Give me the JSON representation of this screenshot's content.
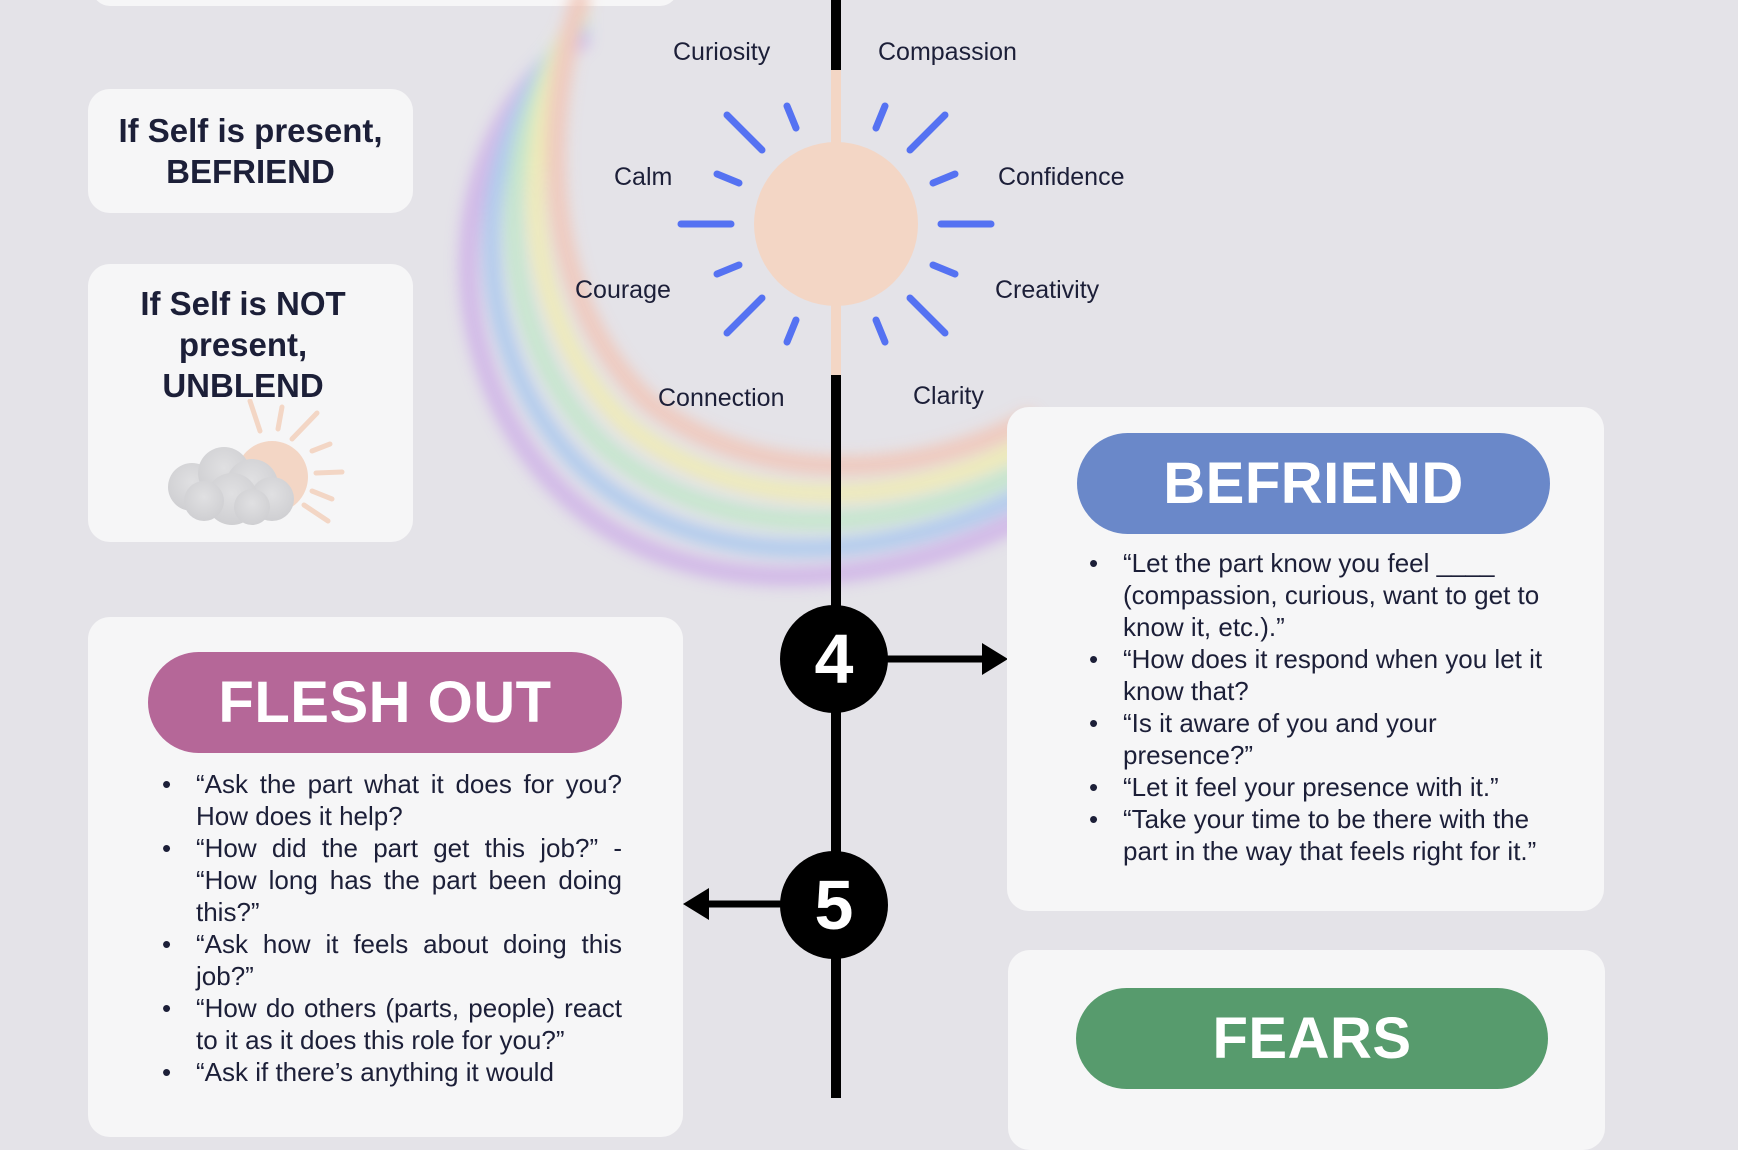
{
  "self_check": {
    "present": "If Self is present, BEFRIEND",
    "present_lines": [
      "If Self is present,",
      "BEFRIEND"
    ],
    "not_present_lines": [
      "If Self is NOT",
      "present,",
      "UNBLEND"
    ]
  },
  "self_qualities": {
    "curiosity": "Curiosity",
    "compassion": "Compassion",
    "calm": "Calm",
    "confidence": "Confidence",
    "courage": "Courage",
    "creativity": "Creativity",
    "connection": "Connection",
    "clarity": "Clarity"
  },
  "steps": [
    {
      "number": "4",
      "title": "BEFRIEND",
      "color": "#6a88c9",
      "bullets": [
        "“Let the part know you feel ____ (compassion, curious, want to get to know it, etc.).”",
        "“How does it respond when you let it know that?",
        "“Is it aware of you and your presence?”",
        "“Let it feel your presence with it.”",
        "“Take your time to be there with the part in the way that feels right for it.”"
      ]
    },
    {
      "number": "5",
      "title": "FLESH OUT",
      "color": "#b56798",
      "bullets": [
        "“Ask the part what it does for you? How does it help?",
        "“How did the part get this job?” - “How long has the part been doing this?”",
        "“Ask how it feels about doing this job?”",
        "“How do others (parts, people) react to it as it does this role for you?”",
        "“Ask if there’s anything it would"
      ]
    }
  ],
  "next_section": {
    "title": "FEARS",
    "color": "#579b6d"
  },
  "icons": {
    "sun": "sun-icon",
    "partly_sunny": "partly-cloudy-sun-icon",
    "rainbow": "rainbow-icon"
  },
  "colors": {
    "background": "#e4e3e8",
    "card": "#f6f6f7",
    "text": "#1c1f38",
    "sun_rays": "#5572f2",
    "sun_core": "#f3d6c5"
  }
}
